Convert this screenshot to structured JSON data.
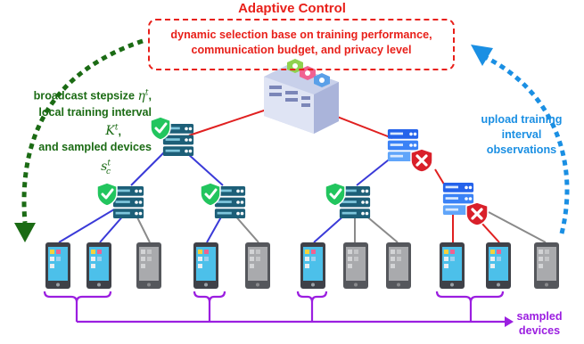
{
  "title": "Adaptive Control",
  "control_box": {
    "line1": "dynamic selection base on training performance,",
    "line2": "communication budget, and privacy level"
  },
  "left_annotation": {
    "line1": "broadcast stepsize",
    "stepsize_symbol": "η",
    "line2": "local training interval",
    "interval_symbol": "K",
    "line3": "and sampled devices",
    "devices_symbol": "s",
    "superscript": "t",
    "subscript": "c"
  },
  "right_annotation": {
    "line1": "upload training",
    "line2": "interval",
    "line3": "observations"
  },
  "bottom_label": {
    "line1": "sampled",
    "line2": "devices"
  },
  "colors": {
    "control_red": "#e8201a",
    "green_arrow": "#1b6b14",
    "blue_arrow": "#1a8fe3",
    "purple_sampling": "#9b1ee0",
    "link_red": "#e02020",
    "link_blue": "#3a3ad8",
    "link_gray": "#8a8a8a",
    "server_teal": "#1d5f78",
    "trusted_shield": "#22c55e",
    "untrusted_badge": "#d9202a"
  },
  "nodes": {
    "central_server": "cloud-server-icon",
    "trusted_server": "trusted-server-icon",
    "untrusted_server": "untrusted-server-icon",
    "device_sampled": "tablet-active-icon",
    "device_unsampled": "tablet-inactive-icon"
  },
  "devices": [
    {
      "sampled": true
    },
    {
      "sampled": true
    },
    {
      "sampled": false
    },
    {
      "sampled": true
    },
    {
      "sampled": false
    },
    {
      "sampled": true
    },
    {
      "sampled": false
    },
    {
      "sampled": false
    },
    {
      "sampled": true
    },
    {
      "sampled": true
    },
    {
      "sampled": false
    }
  ]
}
